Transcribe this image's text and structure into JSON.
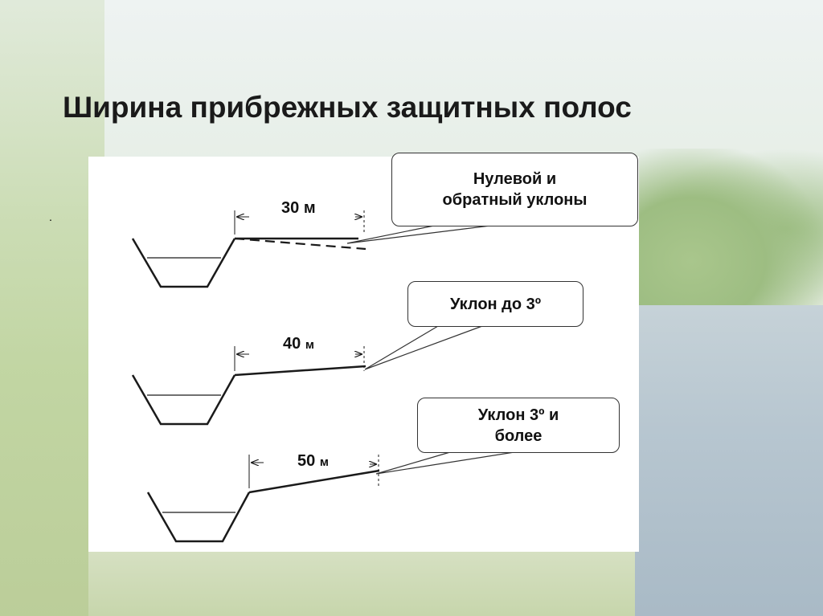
{
  "slide": {
    "title": "Ширина прибрежных защитных полос",
    "bullet": "."
  },
  "diagram": {
    "rows": [
      {
        "distance_value": "30",
        "distance_unit": "м",
        "callout": "Нулевой и\nобратный уклоны",
        "slope": "zero-and-reverse"
      },
      {
        "distance_value": "40",
        "distance_unit": "м",
        "callout": "Уклон до 3º",
        "slope": "up-to-3-degrees"
      },
      {
        "distance_value": "50",
        "distance_unit": "м",
        "callout": "Уклон 3º и\nболее",
        "slope": "3-degrees-and-more"
      }
    ]
  },
  "colors": {
    "line": "#1a1a1a",
    "panel": "#ffffff"
  }
}
